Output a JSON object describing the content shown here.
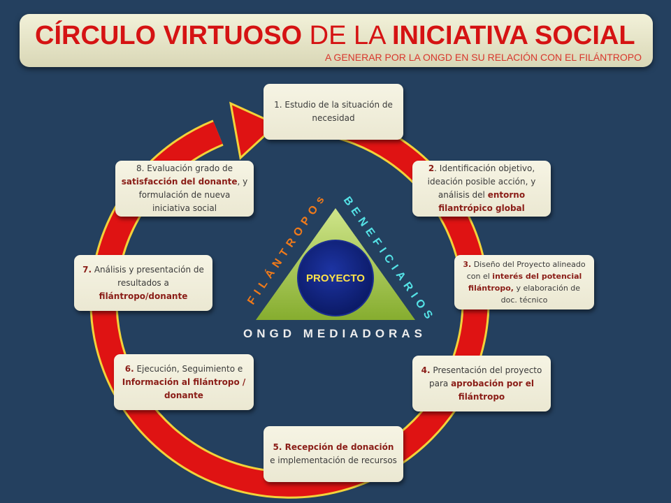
{
  "header": {
    "title_part1": "CÍRCULO VIRTUOSO",
    "title_part2": " DE LA ",
    "title_part3": "INICIATIVA SOCIAL",
    "subtitle": "A GENERAR POR LA ONGD EN SU RELACIÓN CON EL FILÁNTROPO"
  },
  "steps": [
    {
      "parts": [
        {
          "t": "1. Estudio de la situación de necesidad",
          "b": false
        }
      ]
    },
    {
      "parts": [
        {
          "t": "2",
          "b": true
        },
        {
          "t": ". Identificación objetivo, ideación posible acción, y análisis del ",
          "b": false
        },
        {
          "t": "entorno filantrópico global",
          "b": true
        }
      ]
    },
    {
      "parts": [
        {
          "t": "3.",
          "b": true
        },
        {
          "t": " Diseño del Proyecto alineado con el ",
          "b": false
        },
        {
          "t": "interés del potencial filántropo,",
          "b": true
        },
        {
          "t": " y elaboración  de doc. técnico",
          "b": false
        }
      ]
    },
    {
      "parts": [
        {
          "t": "4.",
          "b": true
        },
        {
          "t": " Presentación del proyecto para ",
          "b": false
        },
        {
          "t": "aprobación por el filántropo",
          "b": true
        }
      ]
    },
    {
      "parts": [
        {
          "t": "5. Recepción de donación",
          "b": true
        },
        {
          "t": " e implementación de recursos",
          "b": false
        }
      ]
    },
    {
      "parts": [
        {
          "t": "6.",
          "b": true
        },
        {
          "t": " Ejecución, Seguimiento e ",
          "b": false
        },
        {
          "t": "Información al filántropo / donante",
          "b": true
        }
      ]
    },
    {
      "parts": [
        {
          "t": "7.",
          "b": true
        },
        {
          "t": " Análisis y presentación de resultados a ",
          "b": false
        },
        {
          "t": "filántropo/donante",
          "b": true
        }
      ]
    },
    {
      "parts": [
        {
          "t": "8. Evaluación grado de ",
          "b": false
        },
        {
          "t": "satisfacción del donante",
          "b": true
        },
        {
          "t": ", y formulación de nueva iniciativa social",
          "b": false
        }
      ]
    }
  ],
  "triangle": {
    "center_label": "PROYECTO",
    "left_side": "FILÁNTROPOs",
    "right_side": "BENEFICIARIOS",
    "bottom": "ONGD MEDIADORAS"
  },
  "colors": {
    "background": "#24405f",
    "ring_red": "#e01212",
    "ring_edge": "#f2d23a",
    "triangle_green": "#9dc23f",
    "center_circle": "#0e1f78",
    "title_red": "#d51313",
    "filantropos_orange": "#f07a1a",
    "beneficiarios_teal": "#55e3e7"
  }
}
